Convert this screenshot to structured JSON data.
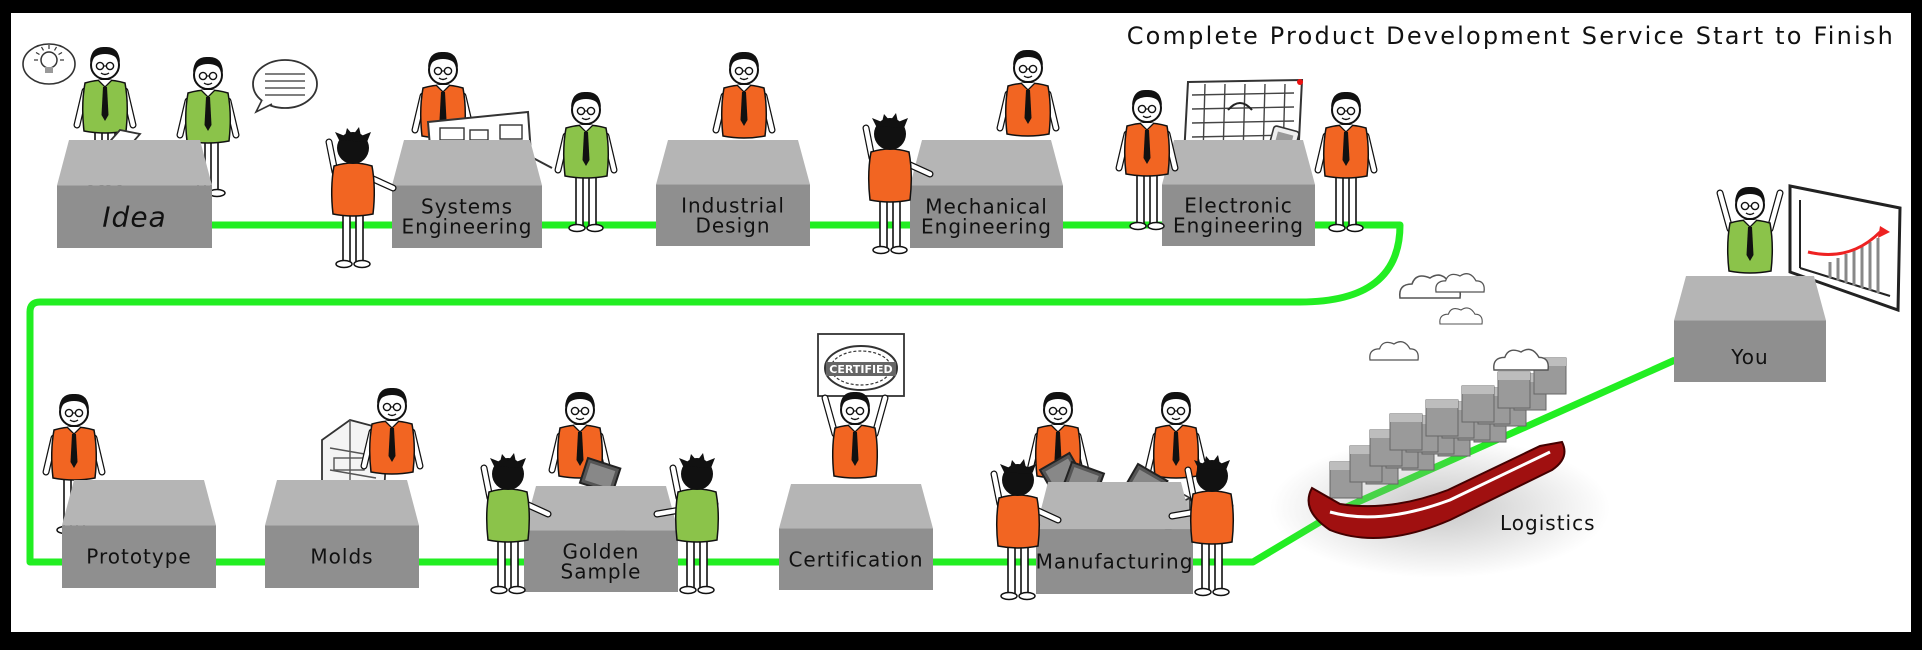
{
  "title": "Complete Product Development Service Start to Finish",
  "stages": [
    {
      "id": "idea",
      "lines": [
        "Idea"
      ]
    },
    {
      "id": "systems",
      "lines": [
        "Systems",
        "Engineering"
      ]
    },
    {
      "id": "industrial",
      "lines": [
        "Industrial",
        "Design"
      ]
    },
    {
      "id": "mechanical",
      "lines": [
        "Mechanical",
        "Engineering"
      ]
    },
    {
      "id": "electronic",
      "lines": [
        "Electronic",
        "Engineering"
      ]
    },
    {
      "id": "prototype",
      "lines": [
        "Prototype"
      ]
    },
    {
      "id": "molds",
      "lines": [
        "Molds"
      ]
    },
    {
      "id": "golden",
      "lines": [
        "Golden",
        "Sample"
      ]
    },
    {
      "id": "certification",
      "lines": [
        "Certification"
      ]
    },
    {
      "id": "manufacturing",
      "lines": [
        "Manufacturing"
      ]
    },
    {
      "id": "logistics",
      "lines": [
        "Logistics"
      ]
    },
    {
      "id": "you",
      "lines": [
        "You"
      ]
    }
  ],
  "badge_text": "CERTIFIED",
  "colors": {
    "path": "#22ee22",
    "orange": "#f26522",
    "green": "#8bc34a",
    "desk": "#8f8f8f",
    "desk_top": "#b5b5b5",
    "ship": "#a01010",
    "background": "#ffffff",
    "frame": "#000000"
  },
  "icons": [
    "lightbulb-icon",
    "speech-bubble-icon",
    "growth-chart-icon",
    "cloud-icon",
    "certified-badge-icon"
  ]
}
